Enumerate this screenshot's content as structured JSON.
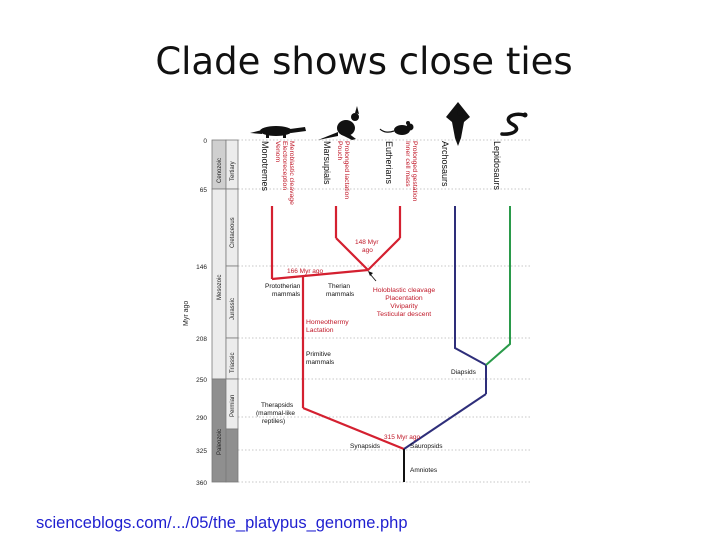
{
  "title": "Clade shows close ties",
  "source_link": "scienceblogs.com/.../05/the_platypus_genome.php",
  "axis": {
    "label": "Myr ago",
    "ticks": [
      "0",
      "65",
      "146",
      "208",
      "250",
      "290",
      "325",
      "360"
    ]
  },
  "eras": [
    "Cenozoic",
    "Mesozoic",
    "Paleozoic"
  ],
  "periods": [
    "Tertiary",
    "Cretaceous",
    "Jurassic",
    "Triassic",
    "Permian"
  ],
  "taxa": {
    "monotremes": "Monotremes",
    "marsupials": "Marsupials",
    "eutherians": "Eutherians",
    "archosaurs": "Archosaurs",
    "lepidosaurs": "Lepidosaurs"
  },
  "traits": {
    "monotremes": [
      "Venom",
      "Electroreception",
      "Meroblastic cleavage"
    ],
    "marsupials": [
      "Pouch",
      "Prolonged lactation"
    ],
    "eutherians": [
      "Inner cell mass",
      "Prolonged gestation"
    ],
    "therian": [
      "Holoblastic cleavage",
      "Placentation",
      "Viviparity",
      "Testicular descent"
    ],
    "homeothermy": [
      "Homeothermy",
      "Lactation"
    ]
  },
  "node_labels": {
    "myr148": [
      "148 Myr",
      "ago"
    ],
    "myr166": "166 Myr ago",
    "myr315": "315 Myr ago",
    "prototherian": [
      "Prototherian",
      "mammals"
    ],
    "therian": [
      "Therian",
      "mammals"
    ],
    "primitive": [
      "Primitive",
      "mammals"
    ],
    "therapsids": [
      "Therapsids",
      "(mammal-like",
      "reptiles)"
    ],
    "synapsids": "Synapsids",
    "sauropsids": "Sauropsids",
    "diapsids": "Diapsids",
    "amniotes": "Amniotes"
  },
  "colors": {
    "mammal_line": "#d42030",
    "archosaur_line": "#2e2e7a",
    "lepidosaur_line": "#2a9a4a",
    "trait_text": "#c01828",
    "cenozoic_box": "#cfcfcf",
    "mesozoic_box": "#ececec",
    "paleozoic_box": "#8f8f8f"
  },
  "icons": [
    "platypus-silhouette-icon",
    "kangaroo-silhouette-icon",
    "mouse-silhouette-icon",
    "bird-silhouette-icon",
    "snake-silhouette-icon"
  ]
}
